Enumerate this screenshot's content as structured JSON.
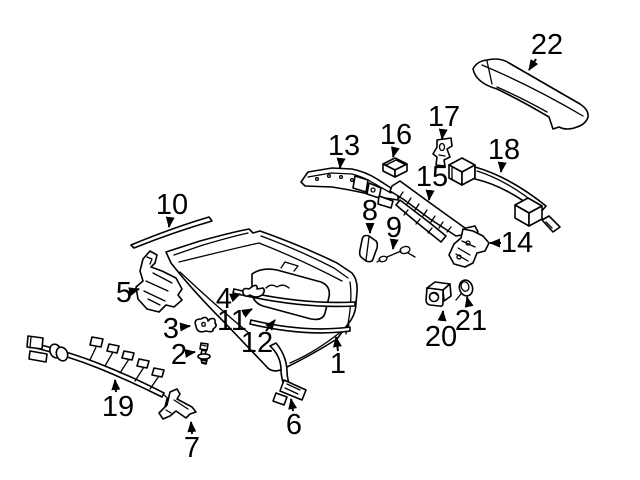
{
  "diagram": {
    "background_color": "#ffffff",
    "line_color": "#000000",
    "text_color": "#000000",
    "parts": [
      {
        "label": "1"
      },
      {
        "label": "2"
      },
      {
        "label": "3"
      },
      {
        "label": "4"
      },
      {
        "label": "5"
      },
      {
        "label": "6"
      },
      {
        "label": "7"
      },
      {
        "label": "8"
      },
      {
        "label": "9"
      },
      {
        "label": "10"
      },
      {
        "label": "11"
      },
      {
        "label": "12"
      },
      {
        "label": "13"
      },
      {
        "label": "14"
      },
      {
        "label": "15"
      },
      {
        "label": "16"
      },
      {
        "label": "17"
      },
      {
        "label": "18"
      },
      {
        "label": "19"
      },
      {
        "label": "20"
      },
      {
        "label": "21"
      },
      {
        "label": "22"
      }
    ]
  }
}
